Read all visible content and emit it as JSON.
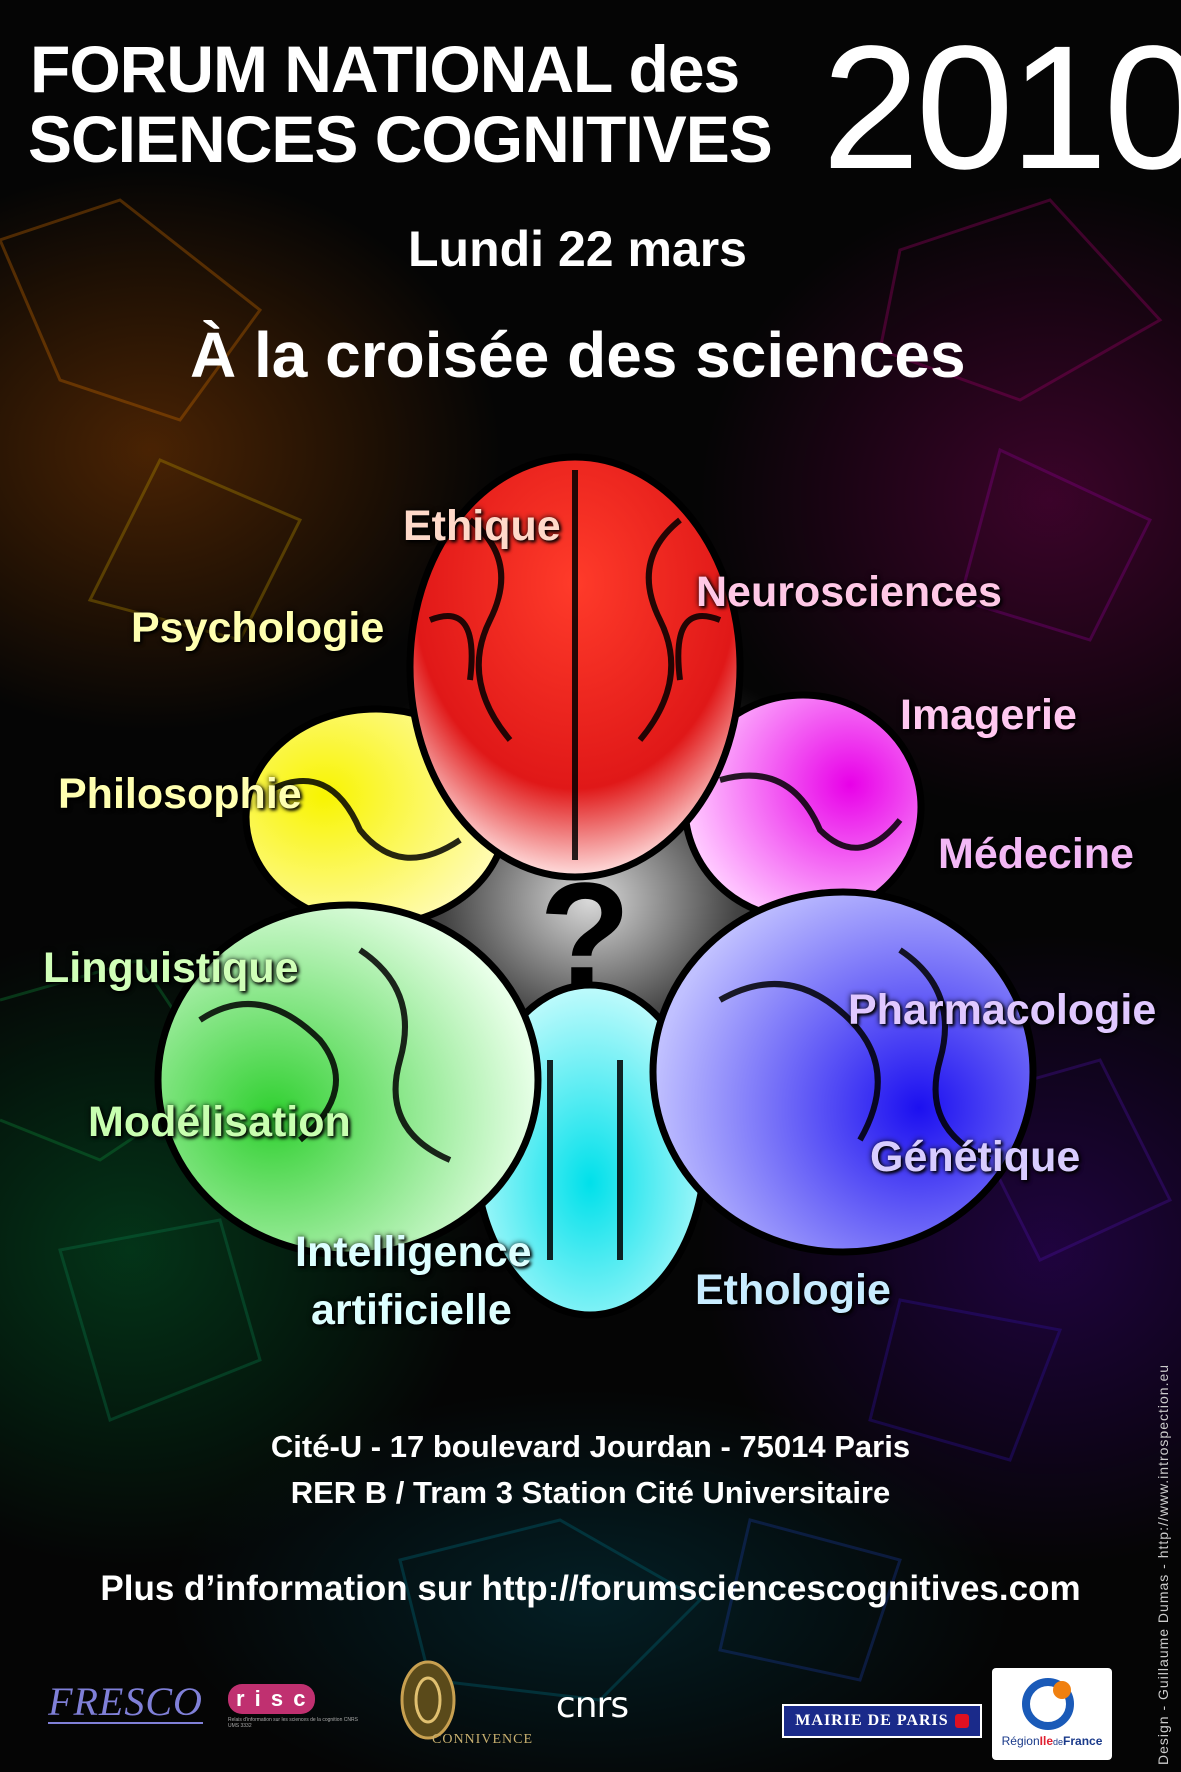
{
  "header": {
    "line1": "FORUM NATIONAL des",
    "line2": "SCIENCES COGNITIVES",
    "year": "2010",
    "date": "Lundi 22 mars",
    "tagline": "À la croisée des sciences"
  },
  "disciplines": [
    {
      "label": "Ethique",
      "color": "#ffd9c9"
    },
    {
      "label": "Neurosciences",
      "color": "#ffc8e6"
    },
    {
      "label": "Psychologie",
      "color": "#ffffb0"
    },
    {
      "label": "Imagerie",
      "color": "#ffc8f0"
    },
    {
      "label": "Philosophie",
      "color": "#ffffb0"
    },
    {
      "label": "Médecine",
      "color": "#f3b8f5"
    },
    {
      "label": "Linguistique",
      "color": "#d0ffb8"
    },
    {
      "label": "Pharmacologie",
      "color": "#e0c8ff"
    },
    {
      "label": "Modélisation",
      "color": "#c8ffb0"
    },
    {
      "label": "Génétique",
      "color": "#d8ccff"
    },
    {
      "label": "Intelligence",
      "color": "#ddffff"
    },
    {
      "label": "artificielle",
      "color": "#ddffff"
    },
    {
      "label": "Ethologie",
      "color": "#c8ecff"
    }
  ],
  "center_symbol": "?",
  "venue": {
    "address": "Cité-U - 17 boulevard Jourdan - 75014 Paris",
    "transit": "RER B / Tram 3 Station Cité Universitaire"
  },
  "more_info": "Plus d’information sur http://forumsciencescognitives.com",
  "credit": "Design - Guillaume Dumas - http://www.introspection.eu",
  "sponsors": {
    "fresco": "FRESCO",
    "risc": "r i s c",
    "risc_sub": "Relais d'information sur les sciences de la cognition CNRS UMS 3332",
    "connivence": "CONNIVENCE",
    "cnrs": "cnrs",
    "mairie": "MAIRIE DE PARIS",
    "region_prefix": "Région",
    "region_mid": "Ile",
    "region_de": "de",
    "region_suffix": "France"
  },
  "colors": {
    "brain_red": "#ee1c1c",
    "brain_yellow": "#f4f000",
    "brain_magenta": "#e000e0",
    "brain_green": "#3fdc3f",
    "brain_cyan": "#00e0e8",
    "brain_blue": "#1a1ae8"
  }
}
